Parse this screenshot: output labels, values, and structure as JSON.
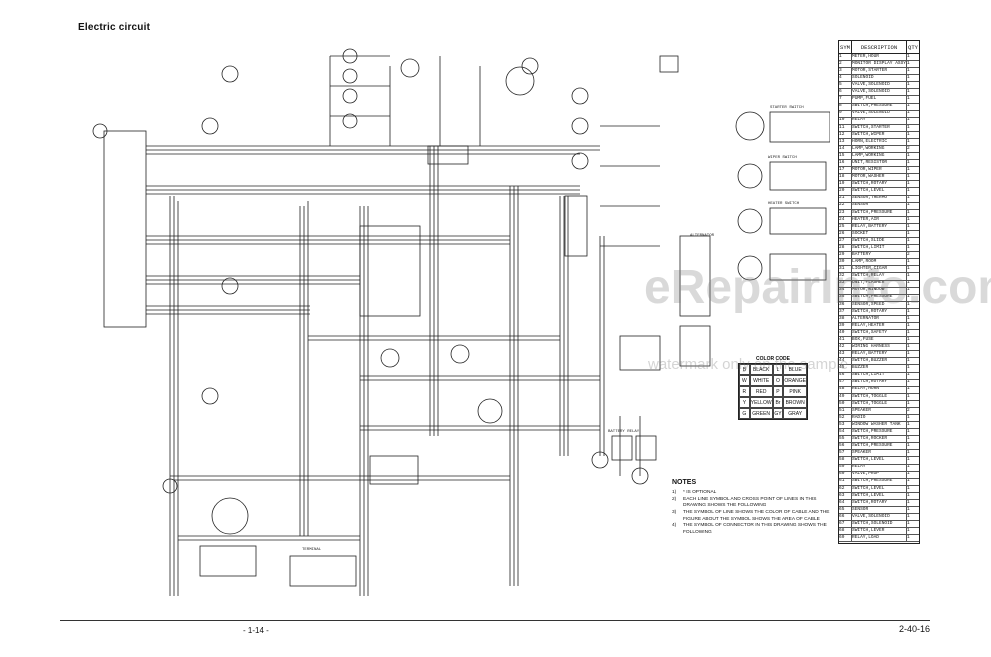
{
  "document": {
    "title": "Electric circuit",
    "page_center": "- 1-14 -",
    "page_right": "2-40-16"
  },
  "watermark": {
    "main": "eRepairInfo.com",
    "sub": "watermark only on the sample"
  },
  "parts_table": {
    "headers": [
      "SYM",
      "DESCRIPTION",
      "QTY"
    ],
    "rows": [
      {
        "sym": "1",
        "desc": "METER,HOUR",
        "qty": "1"
      },
      {
        "sym": "2",
        "desc": "MONITOR DISPLAY ASSY",
        "qty": "1"
      },
      {
        "sym": "3",
        "desc": "MOTOR,STARTER",
        "qty": "1"
      },
      {
        "sym": "4",
        "desc": "SOLENOID",
        "qty": "1"
      },
      {
        "sym": "5",
        "desc": "VALVE,SOLENOID",
        "qty": "1"
      },
      {
        "sym": "6",
        "desc": "VALVE,SOLENOID",
        "qty": "1"
      },
      {
        "sym": "7",
        "desc": "PUMP,FUEL",
        "qty": "1"
      },
      {
        "sym": "8",
        "desc": "SWITCH,PRESSURE",
        "qty": "1"
      },
      {
        "sym": "9",
        "desc": "VALVE,SOLENOID",
        "qty": "1"
      },
      {
        "sym": "10",
        "desc": "RELAY",
        "qty": "1"
      },
      {
        "sym": "11",
        "desc": "SWITCH,STARTER",
        "qty": "1"
      },
      {
        "sym": "12",
        "desc": "SWITCH,WIPER",
        "qty": "1"
      },
      {
        "sym": "13",
        "desc": "HORN,ELECTRIC",
        "qty": "1"
      },
      {
        "sym": "14",
        "desc": "LAMP,WORKING",
        "qty": "2"
      },
      {
        "sym": "15",
        "desc": "LAMP,WORKING",
        "qty": "1"
      },
      {
        "sym": "16",
        "desc": "UNIT,RESISTOR",
        "qty": "1"
      },
      {
        "sym": "17",
        "desc": "MOTOR,WIPER",
        "qty": "1"
      },
      {
        "sym": "18",
        "desc": "MOTOR,WASHER",
        "qty": "1"
      },
      {
        "sym": "19",
        "desc": "SWITCH,ROTARY",
        "qty": "1"
      },
      {
        "sym": "20",
        "desc": "SWITCH,LEVEL",
        "qty": "1"
      },
      {
        "sym": "21",
        "desc": "SENSOR,THERMO",
        "qty": "1"
      },
      {
        "sym": "22",
        "desc": "SENSOR",
        "qty": "1"
      },
      {
        "sym": "23",
        "desc": "SWITCH,PRESSURE",
        "qty": "1"
      },
      {
        "sym": "24",
        "desc": "HEATER,AIR",
        "qty": "1"
      },
      {
        "sym": "25",
        "desc": "RELAY,BATTERY",
        "qty": "1"
      },
      {
        "sym": "26",
        "desc": "SOCKET",
        "qty": "1"
      },
      {
        "sym": "27",
        "desc": "SWITCH,SLIDE",
        "qty": "1"
      },
      {
        "sym": "28",
        "desc": "SWITCH,LIMIT",
        "qty": "1"
      },
      {
        "sym": "29",
        "desc": "BATTERY",
        "qty": "2"
      },
      {
        "sym": "30",
        "desc": "LAMP,ROOM",
        "qty": "1"
      },
      {
        "sym": "31",
        "desc": "LIGHTER,CIGAR",
        "qty": "1"
      },
      {
        "sym": "32",
        "desc": "SWITCH,RELAY",
        "qty": "1"
      },
      {
        "sym": "33",
        "desc": "UNIT,FLASHER",
        "qty": "1"
      },
      {
        "sym": "34",
        "desc": "MOTOR,WINDOW",
        "qty": "1"
      },
      {
        "sym": "35",
        "desc": "SWITCH,PRESSURE",
        "qty": "1"
      },
      {
        "sym": "36",
        "desc": "SENSOR,SPEED",
        "qty": "1"
      },
      {
        "sym": "37",
        "desc": "SWITCH,ROTARY",
        "qty": "1"
      },
      {
        "sym": "38",
        "desc": "ALTERNATOR",
        "qty": "1"
      },
      {
        "sym": "39",
        "desc": "RELAY,HEATER",
        "qty": "1"
      },
      {
        "sym": "40",
        "desc": "SWITCH,SAFETY",
        "qty": "1"
      },
      {
        "sym": "41",
        "desc": "BOX,FUSE",
        "qty": "1"
      },
      {
        "sym": "42",
        "desc": "WIRING HARNESS",
        "qty": "1"
      },
      {
        "sym": "43",
        "desc": "RELAY,BATTERY",
        "qty": "1"
      },
      {
        "sym": "44",
        "desc": "SWITCH,BUZZER",
        "qty": "1"
      },
      {
        "sym": "45",
        "desc": "BUZZER",
        "qty": "1"
      },
      {
        "sym": "46",
        "desc": "SWITCH,LIMIT",
        "qty": "1"
      },
      {
        "sym": "47",
        "desc": "SWITCH,ROTARY",
        "qty": "1"
      },
      {
        "sym": "48",
        "desc": "RELAY,HORN",
        "qty": "1"
      },
      {
        "sym": "49",
        "desc": "SWITCH,TOGGLE",
        "qty": "1"
      },
      {
        "sym": "50",
        "desc": "SWITCH,TOGGLE",
        "qty": "1"
      },
      {
        "sym": "51",
        "desc": "SPEAKER",
        "qty": "2"
      },
      {
        "sym": "52",
        "desc": "RADIO",
        "qty": "1"
      },
      {
        "sym": "53",
        "desc": "WINDOW WASHER TANK",
        "qty": "1"
      },
      {
        "sym": "54",
        "desc": "SWITCH,PRESSURE",
        "qty": "1"
      },
      {
        "sym": "55",
        "desc": "SWITCH,ROCKER",
        "qty": "1"
      },
      {
        "sym": "56",
        "desc": "SWITCH,PRESSURE",
        "qty": "1"
      },
      {
        "sym": "57",
        "desc": "SPEAKER",
        "qty": "1"
      },
      {
        "sym": "58",
        "desc": "SWITCH,LEVEL",
        "qty": "1"
      },
      {
        "sym": "59",
        "desc": "RELAY",
        "qty": "1"
      },
      {
        "sym": "60",
        "desc": "VALVE,PROP",
        "qty": "1"
      },
      {
        "sym": "61",
        "desc": "SWITCH,PRESSURE",
        "qty": "1"
      },
      {
        "sym": "62",
        "desc": "SWITCH,LEVEL",
        "qty": "1"
      },
      {
        "sym": "63",
        "desc": "SWITCH,LEVEL",
        "qty": "1"
      },
      {
        "sym": "64",
        "desc": "SWITCH,ROTARY",
        "qty": "1"
      },
      {
        "sym": "65",
        "desc": "SENSOR",
        "qty": "1"
      },
      {
        "sym": "66",
        "desc": "VALVE,SOLENOID",
        "qty": "1"
      },
      {
        "sym": "67",
        "desc": "SWITCH,SOLENOID",
        "qty": "1"
      },
      {
        "sym": "68",
        "desc": "SWITCH,LEVER",
        "qty": "1"
      },
      {
        "sym": "69",
        "desc": "RELAY,LOAD",
        "qty": "1"
      }
    ]
  },
  "color_table": {
    "title": "COLOR CODE",
    "cells": [
      "B",
      "BLACK",
      "L",
      "BLUE",
      "W",
      "WHITE",
      "O",
      "ORANGE",
      "R",
      "RED",
      "P",
      "PINK",
      "Y",
      "YELLOW",
      "Br",
      "BROWN",
      "G",
      "GREEN",
      "GY",
      "GRAY"
    ]
  },
  "notes": {
    "title": "NOTES",
    "lines": [
      {
        "num": "1)",
        "text": "* IS OPTIONAL"
      },
      {
        "num": "2)",
        "text": "EACH LINE SYMBOL AND CROSS POINT OF LINES IN THIS DRAWING SHOWS THE FOLLOWING"
      },
      {
        "num": "3)",
        "text": "THE SYMBOL OF LINE SHOWS THE COLOR OF CABLE AND THE FIGURE ABOUT THE SYMBOL SHOWS THE AREA OF CABLE"
      },
      {
        "num": "4)",
        "text": "THE SYMBOL OF CONNECTOR IN THIS DRAWING SHOWS THE FOLLOWING"
      }
    ]
  },
  "diagram_labels": {
    "starter_switch": "STARTER SWITCH",
    "wiper_switch": "WIPER SWITCH",
    "heater_switch": "HEATER SWITCH",
    "alternator": "ALTERNATOR",
    "battery_relay": "BATTERY RELAY",
    "terminal": "TERMINAL"
  }
}
